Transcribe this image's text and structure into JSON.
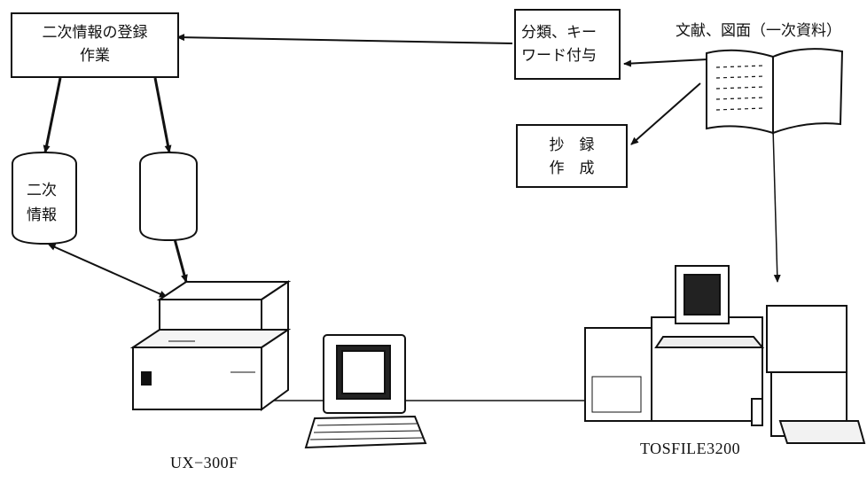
{
  "boxes": {
    "registration": {
      "line1": "二次情報の登録",
      "line2": "作業"
    },
    "classification": {
      "line1": "分類、キー",
      "line2": "ワード付与"
    },
    "abstract": {
      "line1": "抄　録",
      "line2": "作　成"
    }
  },
  "labels": {
    "primary_source": "文献、図面（一次資料）",
    "secondary_db_line1": "二次",
    "secondary_db_line2": "情報",
    "server": "UX−300F",
    "filing_system": "TOSFILE3200"
  }
}
